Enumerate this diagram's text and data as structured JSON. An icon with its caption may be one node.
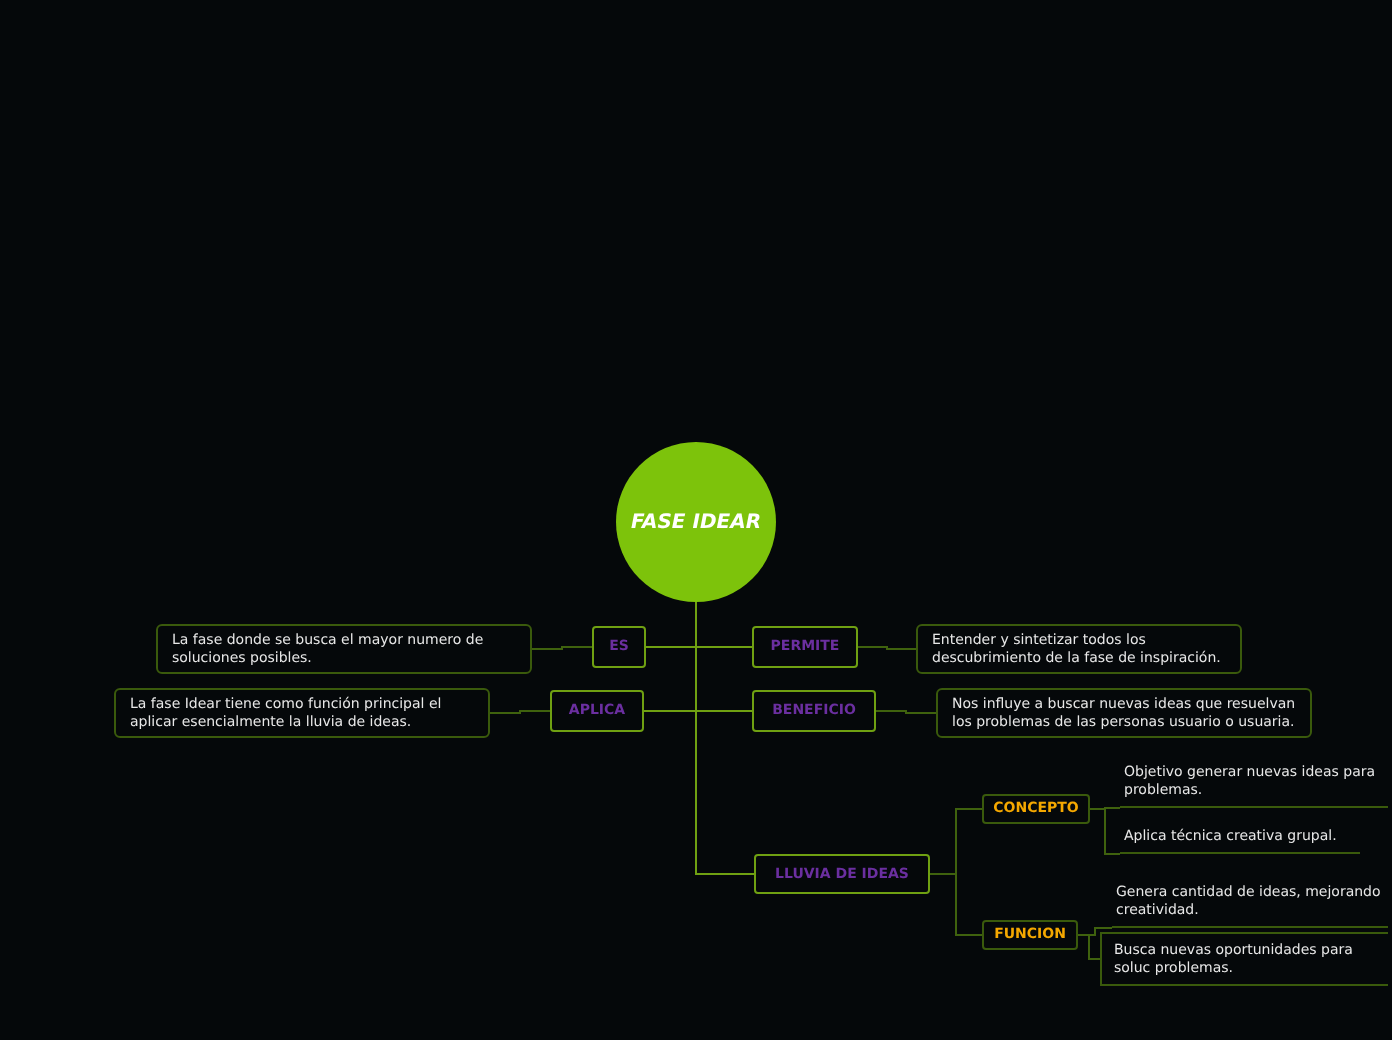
{
  "diagram": {
    "nodes": [
      {
        "text": [
          "FASE IDEAR"
        ]
      },
      {
        "text": [
          "ES"
        ]
      },
      {
        "text": [
          "La fase donde se busca el mayor numero de soluciones posibles."
        ]
      },
      {
        "text": [
          "PERMITE"
        ]
      },
      {
        "text": [
          "Entender y sintetizar todos los descubrimiento de la fase de inspiración."
        ]
      },
      {
        "text": [
          "APLICA"
        ]
      },
      {
        "text": [
          "La fase Idear tiene como función principal el aplicar esencialmente la lluvia de ideas."
        ]
      },
      {
        "text": [
          "BENEFICIO"
        ]
      },
      {
        "text": [
          "Nos influye a buscar nuevas ideas que resuelvan los problemas de las personas usuario o usuaria."
        ]
      },
      {
        "text": [
          "LLUVIA DE IDEAS"
        ]
      },
      {
        "text": [
          "CONCEPTO"
        ]
      },
      {
        "text": [
          "Objetivo generar nuevas ideas para problemas."
        ]
      },
      {
        "text": [
          "Aplica técnica creativa grupal."
        ]
      },
      {
        "text": [
          "FUNCION"
        ]
      },
      {
        "text": [
          "Genera cantidad de ideas, mejorando creatividad."
        ]
      },
      {
        "text": [
          "Busca nuevas oportunidades para soluc problemas."
        ]
      }
    ],
    "edges": [
      {
        "from": 0,
        "to": 1,
        "arrow": "none"
      },
      {
        "from": 1,
        "to": 2,
        "arrow": "none"
      },
      {
        "from": 0,
        "to": 3,
        "arrow": "none"
      },
      {
        "from": 3,
        "to": 4,
        "arrow": "none"
      },
      {
        "from": 0,
        "to": 5,
        "arrow": "none"
      },
      {
        "from": 5,
        "to": 6,
        "arrow": "none"
      },
      {
        "from": 0,
        "to": 7,
        "arrow": "none"
      },
      {
        "from": 7,
        "to": 8,
        "arrow": "none"
      },
      {
        "from": 0,
        "to": 9,
        "arrow": "none"
      },
      {
        "from": 9,
        "to": 10,
        "arrow": "none"
      },
      {
        "from": 10,
        "to": 11,
        "arrow": "none"
      },
      {
        "from": 10,
        "to": 12,
        "arrow": "none"
      },
      {
        "from": 9,
        "to": 13,
        "arrow": "none"
      },
      {
        "from": 13,
        "to": 14,
        "arrow": "none"
      },
      {
        "from": 13,
        "to": 15,
        "arrow": "none"
      }
    ]
  }
}
